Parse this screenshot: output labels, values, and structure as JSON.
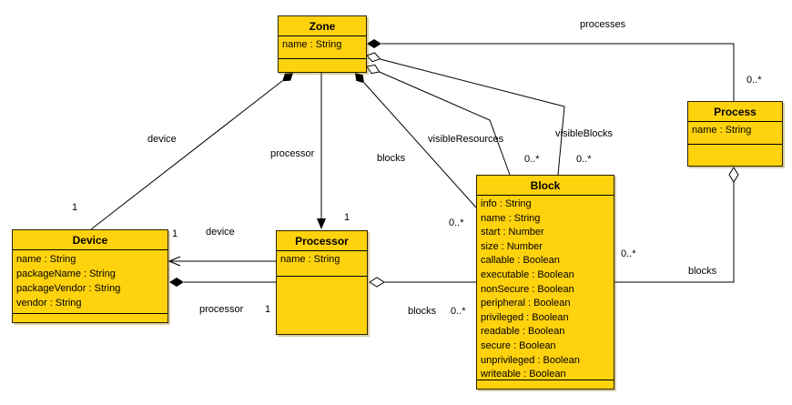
{
  "colors": {
    "class_fill": "#FFD20E",
    "line": "#000000",
    "background": "#FFFFFF"
  },
  "classes": {
    "zone": {
      "name": "Zone",
      "attributes": [
        "name : String"
      ]
    },
    "process": {
      "name": "Process",
      "attributes": [
        "name : String"
      ]
    },
    "device": {
      "name": "Device",
      "attributes": [
        "name : String",
        "packageName : String",
        "packageVendor : String",
        "vendor : String"
      ]
    },
    "processor": {
      "name": "Processor",
      "attributes": [
        "name : String"
      ]
    },
    "block": {
      "name": "Block",
      "attributes": [
        "info : String",
        "name : String",
        "start : Number",
        "size : Number",
        "callable : Boolean",
        "executable : Boolean",
        "nonSecure : Boolean",
        "peripheral : Boolean",
        "privileged : Boolean",
        "readable : Boolean",
        "secure : Boolean",
        "unprivileged : Boolean",
        "writeable : Boolean"
      ]
    }
  },
  "associations": {
    "zone_processes": {
      "label": "processes",
      "multiplicity": "0..*",
      "kind": "composition"
    },
    "zone_device": {
      "label": "device",
      "multiplicity": "1",
      "kind": "composition"
    },
    "zone_processor": {
      "label": "processor",
      "multiplicity": "1",
      "kind": "directed"
    },
    "zone_blocks": {
      "label": "blocks",
      "multiplicity": "0..*",
      "kind": "composition"
    },
    "zone_visible_resources": {
      "label": "visibleResources",
      "multiplicity": "0..*",
      "kind": "aggregation"
    },
    "zone_visible_blocks": {
      "label": "visibleBlocks",
      "multiplicity": "0..*",
      "kind": "aggregation"
    },
    "processor_device": {
      "label": "device",
      "multiplicity": "1",
      "kind": "directed"
    },
    "device_processor": {
      "label": "processor",
      "multiplicity": "1",
      "kind": "composition"
    },
    "processor_blocks": {
      "label": "blocks",
      "multiplicity": "0..*",
      "kind": "aggregation"
    },
    "process_blocks": {
      "label": "blocks",
      "multiplicity": "0..*",
      "kind": "aggregation"
    }
  }
}
